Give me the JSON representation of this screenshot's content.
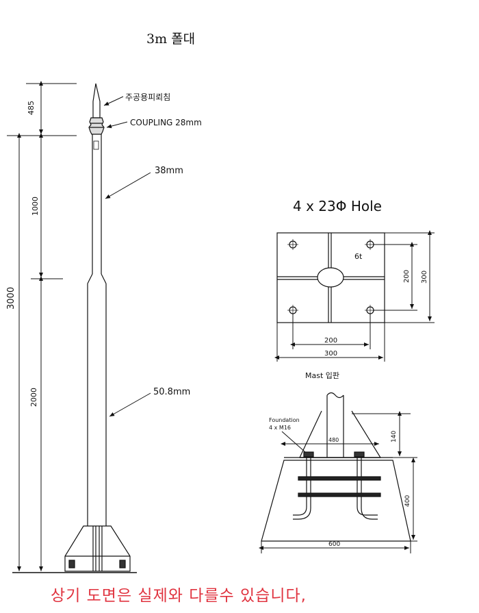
{
  "title": "3m 폴대",
  "notice": "상기 도면은 실제와 다를수 있습니다,",
  "mast": {
    "labels": {
      "lightning_rod": "주공용피뢰침",
      "coupling": "COUPLING 28mm",
      "upper_diameter": "38mm",
      "lower_diameter": "50.8mm"
    },
    "dims": {
      "top_section": "485",
      "total_height": "3000",
      "upper_section": "1000",
      "lower_section": "2000"
    }
  },
  "base_plate": {
    "hole_label": "4 x 23Φ Hole",
    "thickness": "6t",
    "inner_h": "200",
    "outer_h": "300",
    "inner_w": "200",
    "outer_w": "300"
  },
  "foundation": {
    "heading": "Mast 입판",
    "bolt_label_1": "Foundation",
    "bolt_label_2": "4 x M16",
    "pipe_dim": "480",
    "height_upper": "140",
    "height_lower": "400",
    "width": "600"
  }
}
